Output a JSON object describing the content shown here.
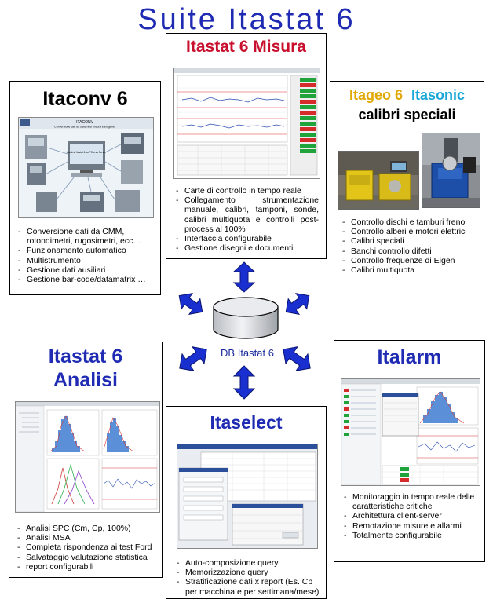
{
  "title": "Suite Itastat 6",
  "colors": {
    "title_blue": "#1f2bb3",
    "misura_red": "#c8102e",
    "itageo_yellow": "#e0a800",
    "itasonic_cyan": "#19a7d8",
    "arrow_blue": "#1a2fd0",
    "arrow_outline": "#0b1670"
  },
  "db": {
    "label": "DB Itastat 6",
    "icon": "database-cylinder-icon"
  },
  "modules": {
    "itaconv": {
      "title": "Itaconv 6",
      "features": [
        "Conversione dati da CMM, rotondimetri, rugosimetri, ecc…",
        "Funzionamento automatico",
        "Multistrumento",
        "Gestione dati ausiliari",
        "Gestione bar-code/datamatrix …"
      ],
      "screenshot": {
        "header": "ITACONV",
        "subheader": "Conversione dati da sistemi di misura eterogenei",
        "center_label": "Archivio Itastat 6 su PC o su Server"
      }
    },
    "misura": {
      "title": "Itastat 6 Misura",
      "features": [
        "Carte di controllo in tempo reale",
        "Collegamento strumentazione manuale, calibri, tamponi, sonde, calibri multiquota e controlli post-process al 100%",
        "Interfaccia configurabile",
        "Gestione disegni e documenti"
      ]
    },
    "itageo": {
      "title_part1": "Itageo 6",
      "title_part2": "Itasonic",
      "subtitle": "calibri speciali",
      "features": [
        "Controllo dischi e tamburi freno",
        "Controllo alberi e motori elettrici",
        "Calibri speciali",
        "Banchi controllo difetti",
        "Controllo frequenze di Eigen",
        "Calibri multiquota"
      ]
    },
    "analisi": {
      "title_line1": "Itastat 6",
      "title_line2": "Analisi",
      "features": [
        "Analisi SPC (Cm, Cp, 100%)",
        "Analisi MSA",
        "Completa rispondenza ai test Ford",
        "Salvataggio valutazione statistica",
        "report configurabili"
      ]
    },
    "itaselect": {
      "title": "Itaselect",
      "features": [
        "Auto-composizione query",
        "Memorizzazione query",
        "Stratificazione dati x report (Es. Cp per macchina e per settimana/mese)"
      ]
    },
    "italarm": {
      "title": "Italarm",
      "features": [
        "Monitoraggio in tempo reale delle caratteristiche critiche",
        "Architettura client-server",
        "Remotazione misure e allarmi",
        "Totalmente configurabile"
      ]
    }
  }
}
